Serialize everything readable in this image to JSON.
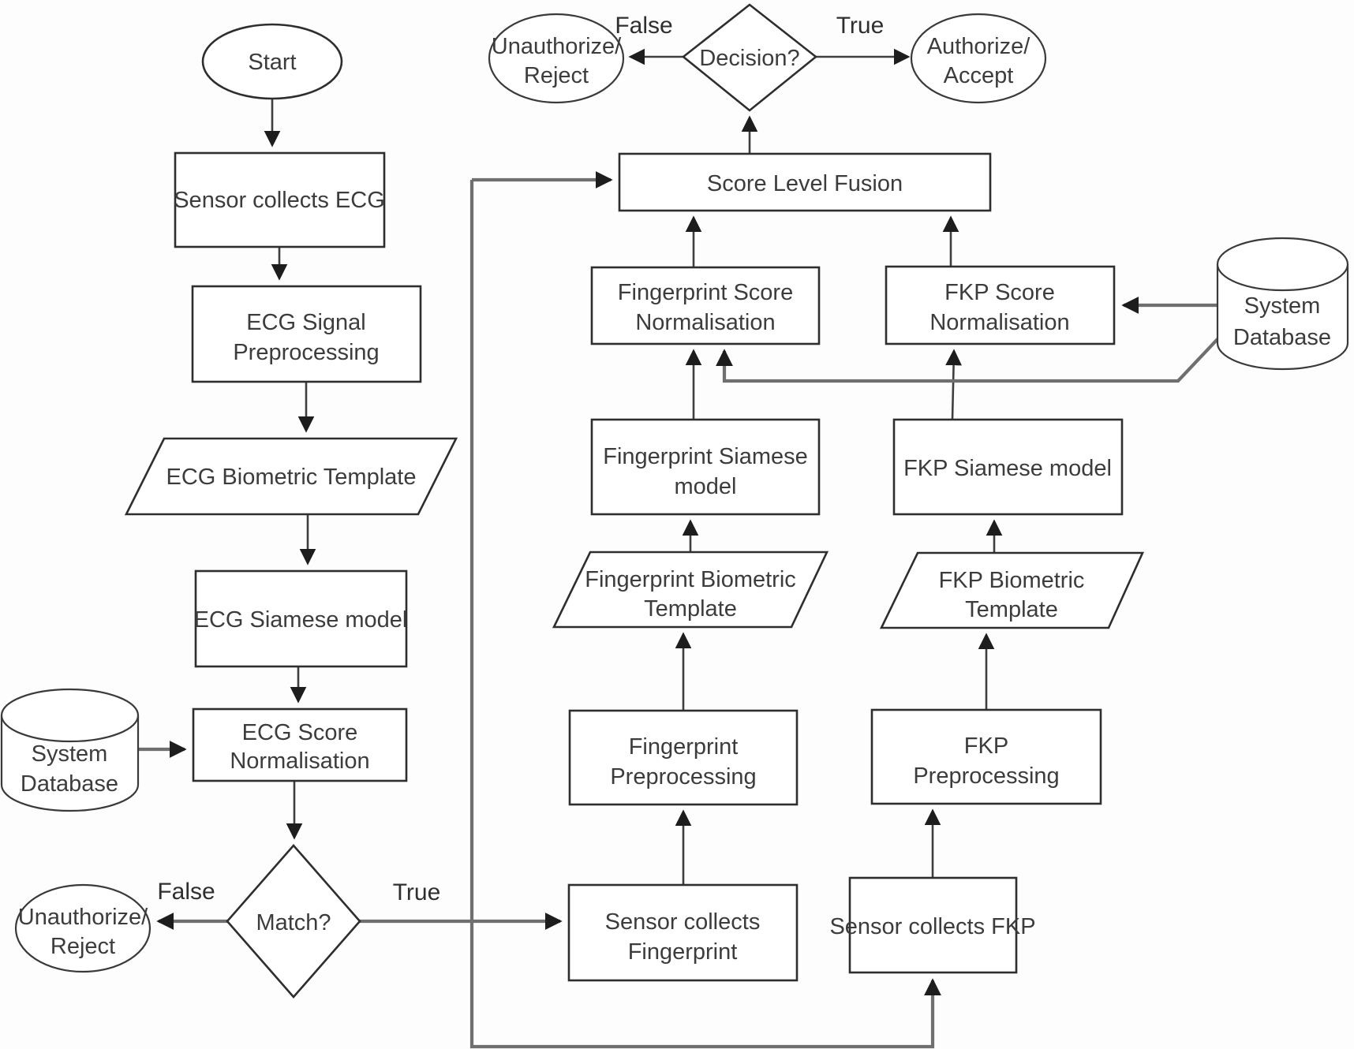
{
  "diagram": {
    "title": "Multimodal biometric authentication flowchart",
    "nodes": {
      "start": {
        "label": "Start"
      },
      "sensor_ecg": {
        "label": "Sensor collects ECG"
      },
      "ecg_preprocessing": {
        "line1": "ECG Signal",
        "line2": "Preprocessing"
      },
      "ecg_template": {
        "label": "ECG  Biometric Template"
      },
      "ecg_siamese": {
        "label": "ECG Siamese model"
      },
      "ecg_norm": {
        "line1": "ECG Score",
        "line2": "Normalisation"
      },
      "db_left": {
        "line1": "System",
        "line2": "Database"
      },
      "match": {
        "label": "Match?"
      },
      "unauthorize_bottom": {
        "line1": "Unauthorize/",
        "line2": "Reject"
      },
      "sensor_fp": {
        "line1": "Sensor collects",
        "line2": "Fingerprint"
      },
      "fp_preprocessing": {
        "line1": "Fingerprint",
        "line2": "Preprocessing"
      },
      "fp_template": {
        "line1": "Fingerprint Biometric",
        "line2": "Template"
      },
      "fp_siamese": {
        "line1": "Fingerprint Siamese",
        "line2": "model"
      },
      "fp_norm": {
        "line1": "Fingerprint Score",
        "line2": "Normalisation"
      },
      "sensor_fkp": {
        "label": "Sensor collects FKP"
      },
      "fkp_preprocessing": {
        "line1": "FKP",
        "line2": "Preprocessing"
      },
      "fkp_template": {
        "line1": "FKP Biometric",
        "line2": "Template"
      },
      "fkp_siamese": {
        "label": "FKP Siamese model"
      },
      "fkp_norm": {
        "line1": "FKP Score",
        "line2": "Normalisation"
      },
      "fusion": {
        "label": "Score Level Fusion"
      },
      "decision": {
        "label": "Decision?"
      },
      "unauthorize_top": {
        "line1": "Unauthorize/",
        "line2": "Reject"
      },
      "authorize": {
        "line1": "Authorize/",
        "line2": "Accept"
      },
      "db_right": {
        "line1": "System",
        "line2": "Database"
      }
    },
    "edge_labels": {
      "match_false": "False",
      "match_true": "True",
      "decision_false": "False",
      "decision_true": "True"
    },
    "colors": {
      "background": "#ffffff",
      "line": "#3f3f3f",
      "line_gray": "#6f6f6f",
      "box_border": "#2e2e2e",
      "text": "#3c3c3c"
    }
  }
}
